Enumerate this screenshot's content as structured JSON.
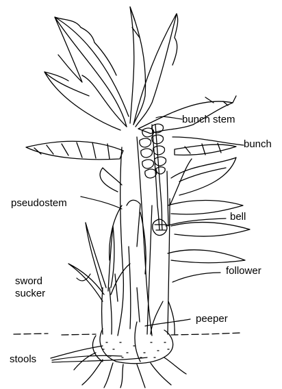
{
  "labels": {
    "bunch_stem": "bunch stem",
    "bunch": "bunch",
    "pseudostem": "pseudostem",
    "bell": "bell",
    "sword_sucker_line1": "sword",
    "sword_sucker_line2": "sucker",
    "follower": "follower",
    "peeper": "peeper",
    "stools": "stools"
  },
  "colors": {
    "ink": "#000000",
    "background": "#ffffff"
  }
}
